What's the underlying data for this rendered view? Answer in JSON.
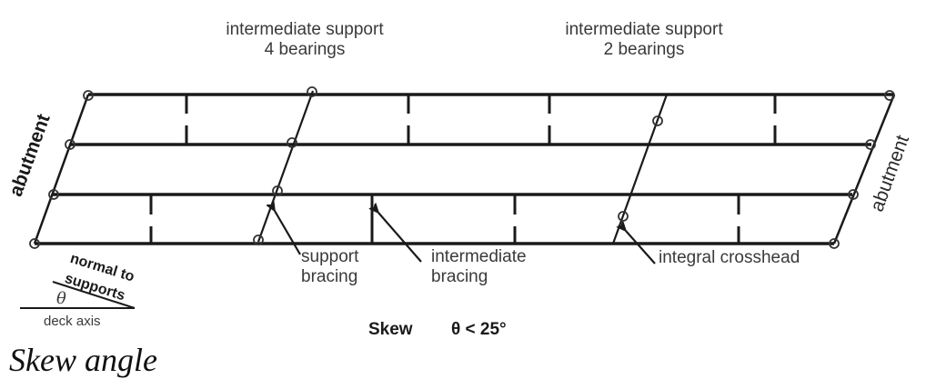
{
  "figure": {
    "caption": "Skew angle",
    "title_label": "Skew",
    "title_condition": "θ < 25°"
  },
  "labels": {
    "support_left": {
      "line1": "intermediate support",
      "line2": "4 bearings"
    },
    "support_right": {
      "line1": "intermediate support",
      "line2": "2 bearings"
    },
    "abutment_left": "abutment",
    "abutment_right": "abutment",
    "support_bracing": {
      "line1": "support",
      "line2": "bracing"
    },
    "intermediate_bracing": {
      "line1": "intermediate",
      "line2": "bracing"
    },
    "integral_crosshead": "integral crosshead",
    "normal_to_supports": {
      "line1": "normal to",
      "line2": "supports"
    },
    "theta": "θ",
    "deck_axis": "deck axis"
  },
  "diagram": {
    "girders": 4,
    "intermediate_supports": [
      {
        "name": "4 bearings",
        "bearings": 4
      },
      {
        "name": "2 bearings",
        "bearings": 2
      }
    ],
    "skew_limit_deg": 25,
    "line_color": "#1a1a1a",
    "text_color": "#3a3a3a"
  }
}
